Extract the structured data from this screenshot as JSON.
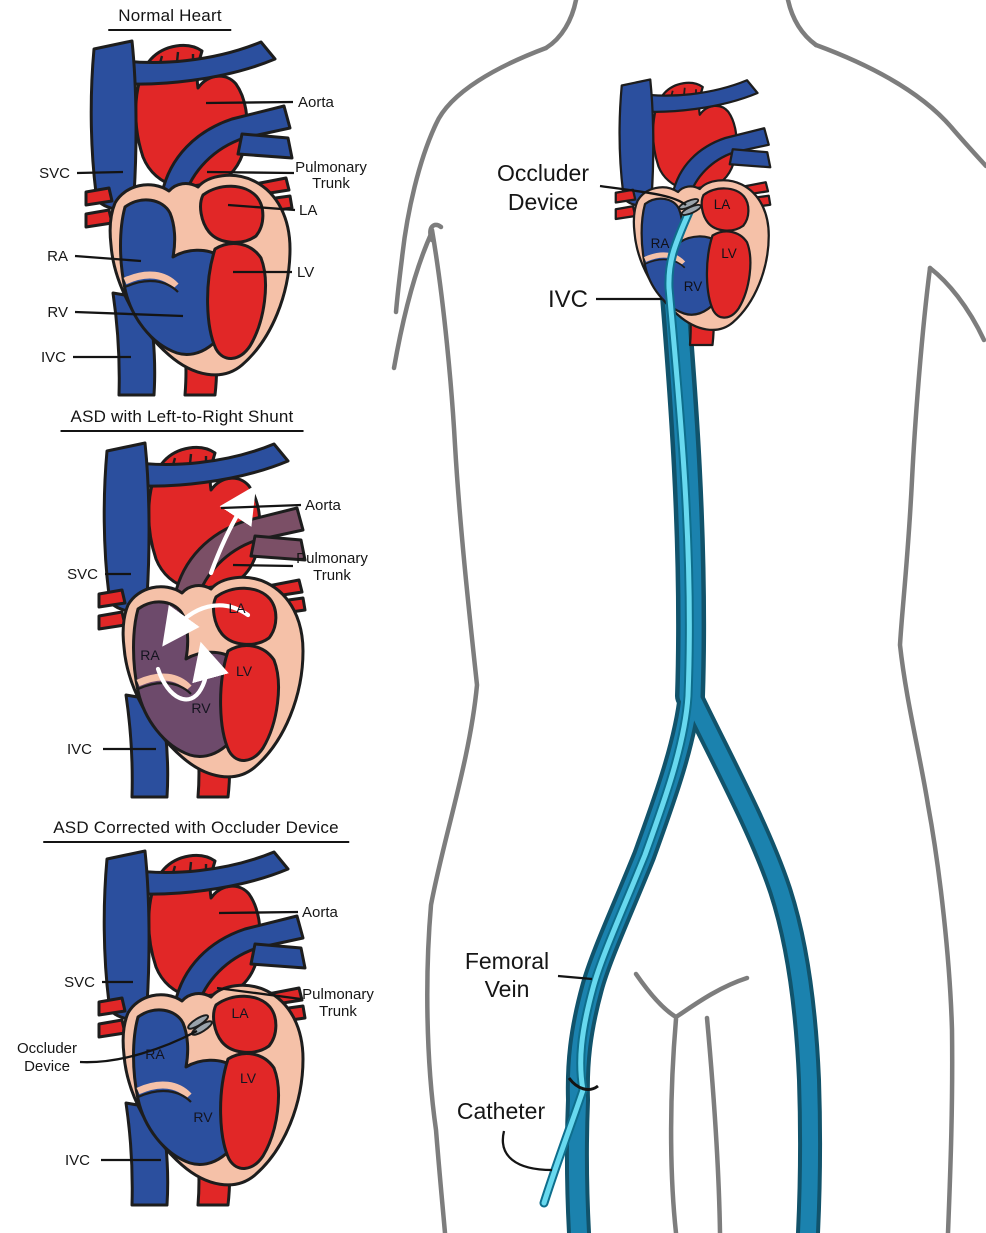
{
  "figure": {
    "type": "medical-diagram",
    "topic": "ASD correction with occluder device via femoral vein catheter"
  },
  "colors": {
    "blue": "#2b4f9e",
    "red": "#e12727",
    "pink": "#f5c1a8",
    "purple": "#6d4a6b",
    "purple2": "#7b4f66",
    "vein": "#1b82ae",
    "veinedge": "#11536b",
    "cath": "#68d9ef",
    "cathedge": "#0e6e8c",
    "ink": "#1d1d1d",
    "bodyline": "#7d7d7d",
    "device": "#9aa3ab"
  },
  "panel_normal": {
    "title": "Normal Heart",
    "labels": {
      "aorta": "Aorta",
      "svc": "SVC",
      "pulmonary": "Pulmonary",
      "trunk": "Trunk",
      "la": "LA",
      "ra": "RA",
      "lv": "LV",
      "rv": "RV",
      "ivc": "IVC"
    }
  },
  "panel_shunt": {
    "title": "ASD with Left-to-Right Shunt",
    "labels": {
      "aorta": "Aorta",
      "svc": "SVC",
      "pulmonary": "Pulmonary",
      "trunk": "Trunk",
      "la": "LA",
      "ra": "RA",
      "lv": "LV",
      "rv": "RV",
      "ivc": "IVC"
    }
  },
  "panel_corrected": {
    "title": "ASD Corrected with Occluder Device",
    "labels": {
      "aorta": "Aorta",
      "svc": "SVC",
      "pulmonary": "Pulmonary",
      "trunk": "Trunk",
      "la": "LA",
      "ra": "RA",
      "lv": "LV",
      "rv": "RV",
      "ivc": "IVC",
      "occluder": "Occluder",
      "device": "Device"
    }
  },
  "body_view": {
    "labels": {
      "occluder": "Occluder",
      "device": "Device",
      "ivc": "IVC",
      "femoral": "Femoral",
      "vein": "Vein",
      "catheter": "Catheter",
      "la": "LA",
      "ra": "RA",
      "lv": "LV",
      "rv": "RV"
    }
  }
}
